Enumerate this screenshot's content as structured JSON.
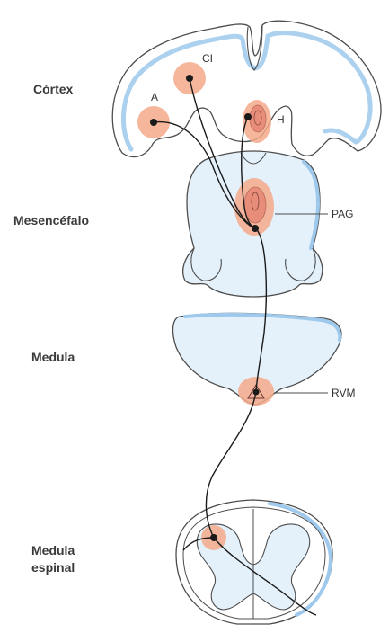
{
  "levels": {
    "cortex": "Córtex",
    "midbrain": "Mesencéfalo",
    "medulla": "Medula",
    "spinal_line1": "Medula",
    "spinal_line2": "espinal"
  },
  "regions": {
    "ci": "CI",
    "a": "A",
    "h": "H",
    "pag": "PAG",
    "rvm": "RVM"
  },
  "colors": {
    "tissue_fill": "#e4f1fb",
    "tissue_edge": "#9ec9ec",
    "outline": "#4d4d4d",
    "nucleus_halo": "#f4a98a",
    "nucleus_core": "#e88d7a",
    "neuron": "#1a1a1a"
  }
}
